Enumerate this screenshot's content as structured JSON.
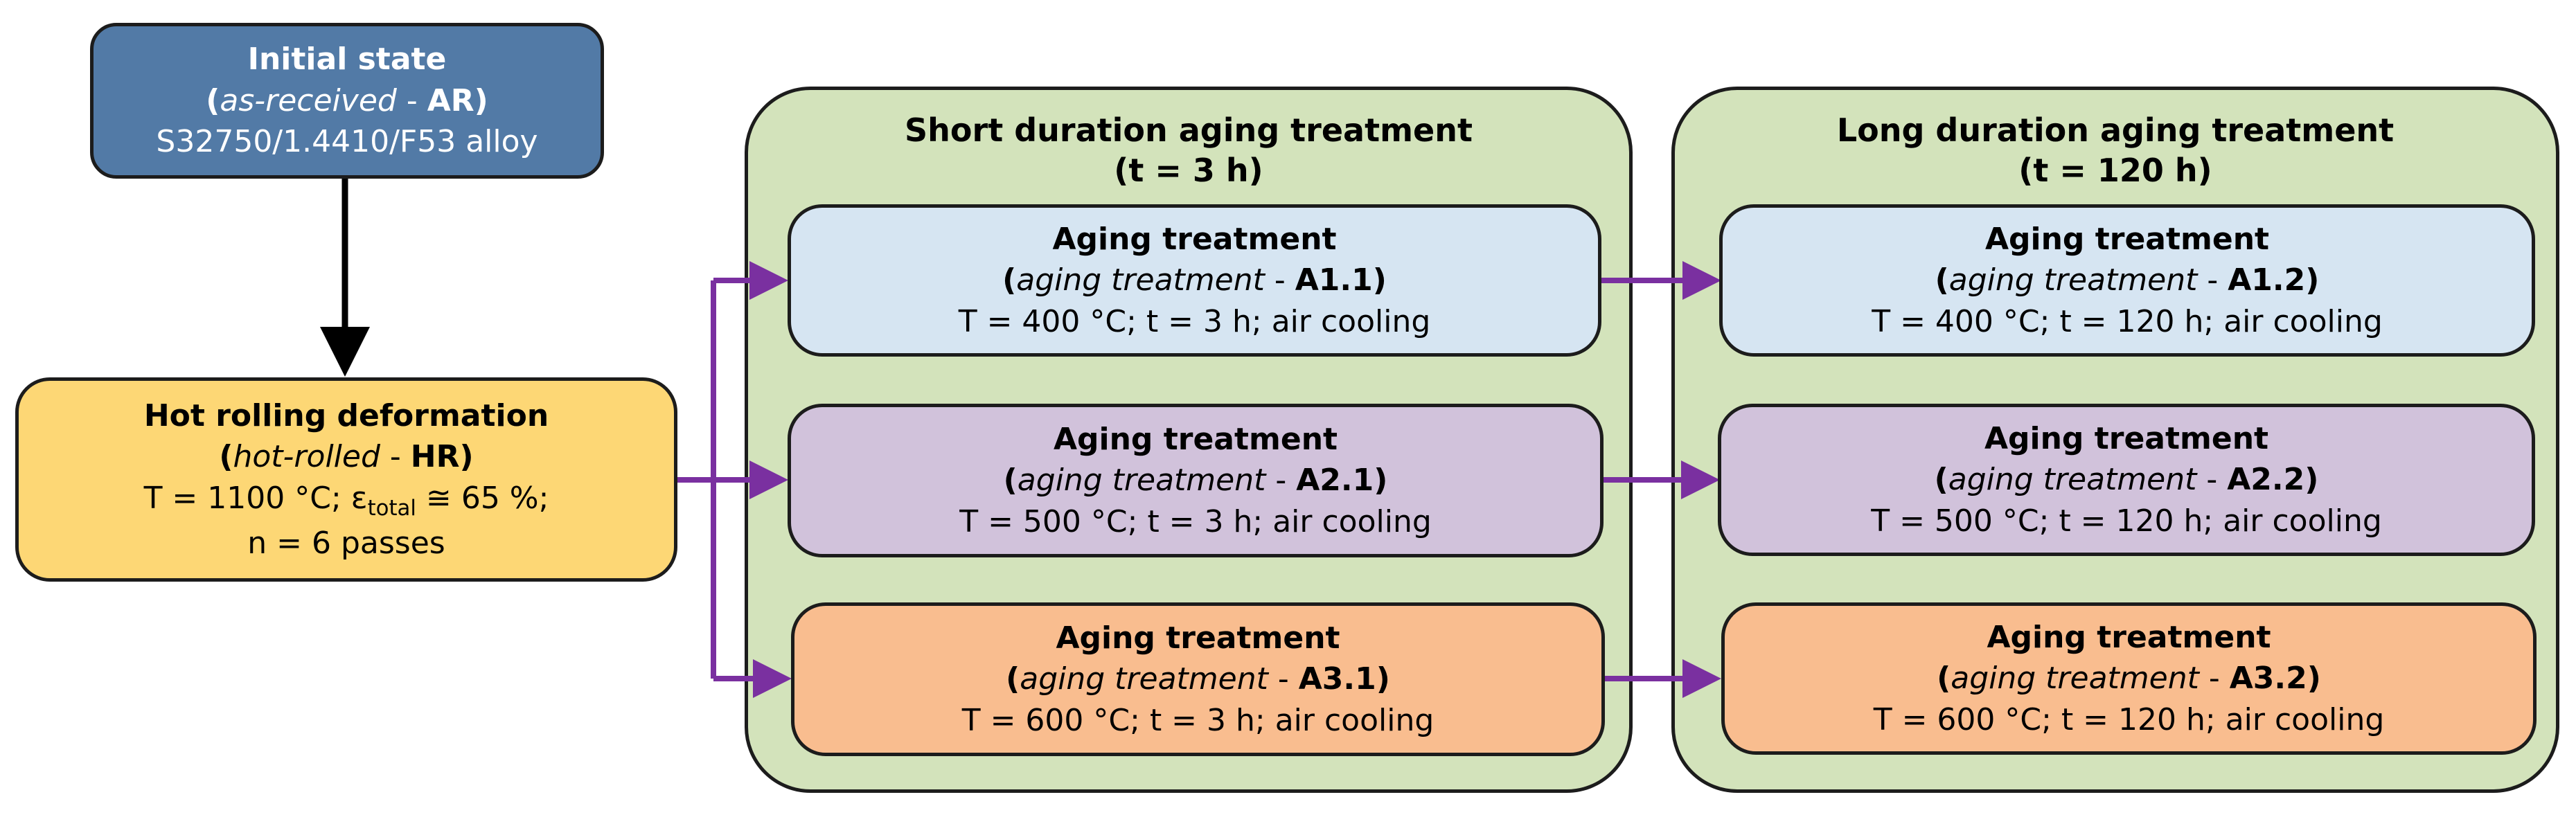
{
  "initial": {
    "title": "Initial state",
    "code_prefix": "as-received",
    "sep": " - ",
    "code": "AR",
    "open": "(",
    "close": ")",
    "material": "S32750/1.4410/F53 alloy"
  },
  "hot": {
    "title": "Hot rolling deformation",
    "open": "(",
    "close": ")",
    "code_prefix": "hot-rolled",
    "sep": " - ",
    "code": "HR",
    "line3_a": "T = 1100 °C; ε",
    "line3_sub": "total",
    "line3_b": " ≅ 65 %;",
    "line4": "n = 6 passes"
  },
  "groups": {
    "short": {
      "title": "Short duration aging treatment",
      "subtitle": "(t = 3 h)"
    },
    "long": {
      "title": "Long duration aging treatment",
      "subtitle": "(t = 120 h)"
    }
  },
  "aging": {
    "a11": {
      "title": "Aging treatment",
      "open": "(",
      "close": ")",
      "prefix": "aging treatment",
      "sep": " - ",
      "code": "A1.1",
      "cond": "T = 400 °C; t = 3 h; air cooling"
    },
    "a21": {
      "title": "Aging treatment",
      "open": "(",
      "close": ")",
      "prefix": "aging treatment",
      "sep": " - ",
      "code": "A2.1",
      "cond": "T = 500 °C; t = 3 h; air cooling"
    },
    "a31": {
      "title": "Aging treatment",
      "open": "(",
      "close": ")",
      "prefix": "aging treatment",
      "sep": " - ",
      "code": "A3.1",
      "cond": "T = 600 °C; t = 3 h; air cooling"
    },
    "a12": {
      "title": "Aging treatment",
      "open": "(",
      "close": ")",
      "prefix": "aging treatment",
      "sep": " - ",
      "code": "A1.2",
      "cond": "T = 400 °C; t = 120 h; air cooling"
    },
    "a22": {
      "title": "Aging treatment",
      "open": "(",
      "close": ")",
      "prefix": "aging treatment",
      "sep": " - ",
      "code": "A2.2",
      "cond": "T = 500 °C; t = 120 h; air cooling"
    },
    "a32": {
      "title": "Aging treatment",
      "open": "(",
      "close": ")",
      "prefix": "aging treatment",
      "sep": " - ",
      "code": "A3.2",
      "cond": "T = 600 °C; t = 120 h; air cooling"
    }
  },
  "colors": {
    "initial": "#527aa6",
    "hot": "#fdd775",
    "group": "#d3e3bb",
    "blue": "#d6e5f2",
    "purple": "#d1c2db",
    "orange": "#f9bd8f",
    "arrow_main": "#000000",
    "arrow_branch": "#7a30a0"
  }
}
